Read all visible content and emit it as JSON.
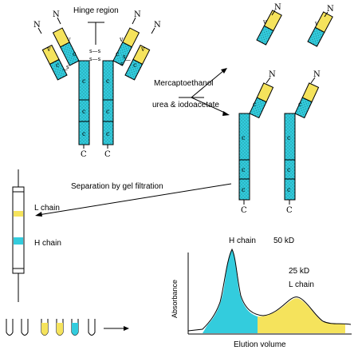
{
  "colors": {
    "heavy_chain": "#33ccdd",
    "light_chain_variable": "#f5e35c",
    "dots": "#1a7f8a",
    "outline": "#000000"
  },
  "antibody": {
    "hinge_label": "Hinge region",
    "n_label": "N",
    "c_label": "C",
    "v_label": "v",
    "c_domain_label": "c",
    "disulfide_label": "s—s",
    "disulfide_small": "s",
    "disulfide_dash": "—"
  },
  "reaction": {
    "reagent_1": "Mercaptoethanol",
    "reagent_2": "urea & iodoacetate"
  },
  "separation": {
    "label": "Separation by gel filtration",
    "l_chain_band": "L chain",
    "h_chain_band": "H chain"
  },
  "chromatogram": {
    "h_peak_label": "H chain",
    "h_peak_mass": "50 kD",
    "l_peak_mass": "25 kD",
    "l_peak_label": "L chain",
    "ylabel": "Absorbance",
    "xlabel": "Elution volume"
  }
}
